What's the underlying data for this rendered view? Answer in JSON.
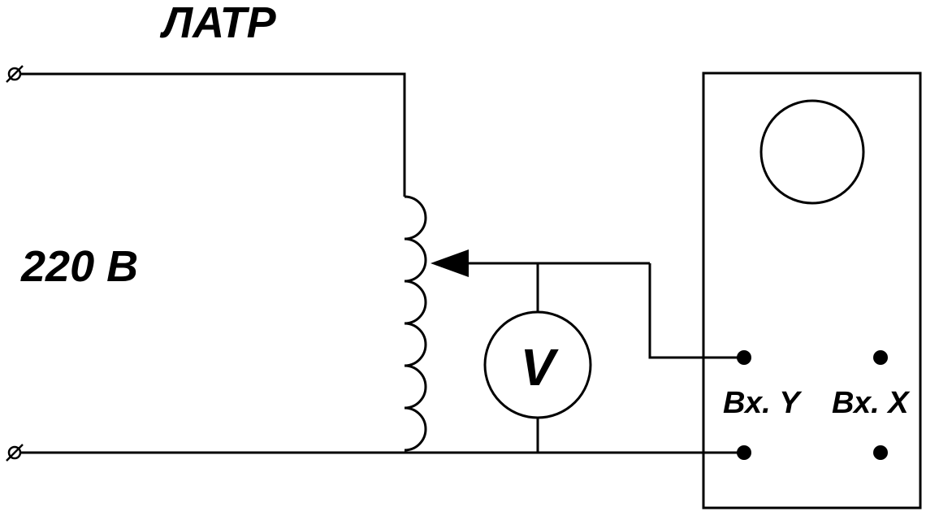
{
  "labels": {
    "device_title": "ЛАТР",
    "supply_voltage": "220 В",
    "meter_symbol": "V",
    "input_y": "Вх. Y",
    "input_x": "Вх. X"
  },
  "colors": {
    "ink": "#000000",
    "background": "#ffffff"
  }
}
